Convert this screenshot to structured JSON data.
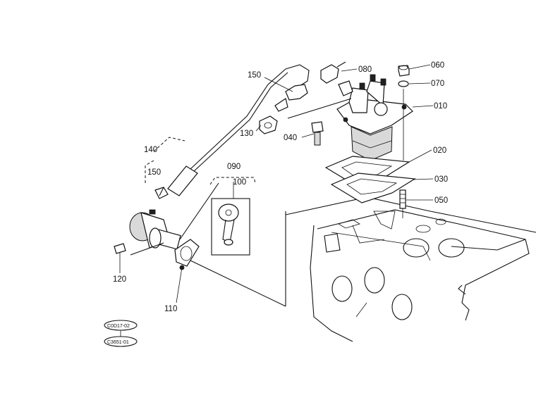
{
  "callouts": [
    {
      "id": "060",
      "text": "060"
    },
    {
      "id": "070",
      "text": "070"
    },
    {
      "id": "080",
      "text": "080"
    },
    {
      "id": "010",
      "text": "010"
    },
    {
      "id": "150a",
      "text": "150"
    },
    {
      "id": "130",
      "text": "130"
    },
    {
      "id": "040",
      "text": "040"
    },
    {
      "id": "020",
      "text": "020"
    },
    {
      "id": "140",
      "text": "140"
    },
    {
      "id": "150b",
      "text": "150"
    },
    {
      "id": "090",
      "text": "090"
    },
    {
      "id": "100",
      "text": "100"
    },
    {
      "id": "030",
      "text": "030"
    },
    {
      "id": "050",
      "text": "050"
    },
    {
      "id": "120",
      "text": "120"
    },
    {
      "id": "110",
      "text": "110"
    }
  ],
  "codes": [
    {
      "id": "code1",
      "text": "C0D17-02"
    },
    {
      "id": "code2",
      "text": "C3651-01"
    }
  ]
}
